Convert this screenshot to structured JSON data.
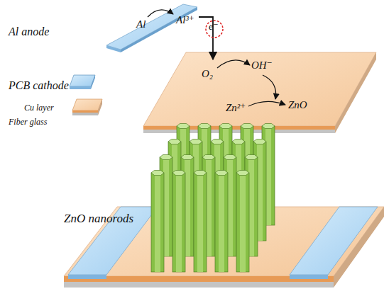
{
  "diagram": {
    "labels": [
      "Al anode",
      "PCB cathode",
      "Cu layer",
      "Fiber glass",
      "Al",
      "Al³⁺",
      "e⁻",
      "O₂",
      "OH⁻",
      "Zn²⁺",
      "ZnO",
      "ZnO nanorods"
    ]
  }
}
